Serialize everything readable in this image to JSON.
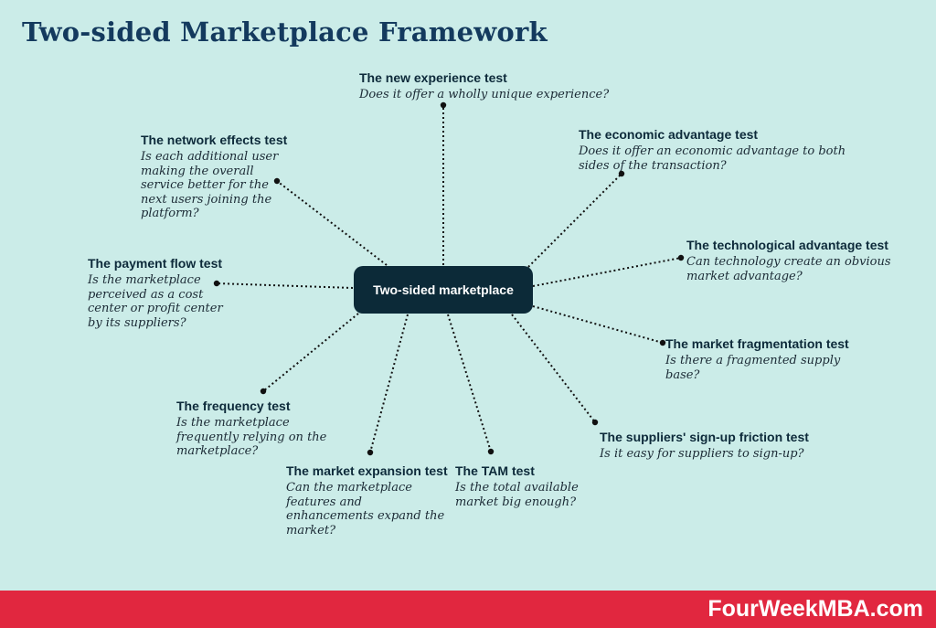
{
  "title": "Two-sided Marketplace Framework",
  "center_label": "Two-sided marketplace",
  "brand": "FourWeekMBA.com",
  "colors": {
    "background": "#cbece8",
    "center": "#0c2a38",
    "footer": "#e1273f",
    "title": "#143a5e"
  },
  "nodes": [
    {
      "title": "The new experience test",
      "question": "Does it offer a wholly unique experience?"
    },
    {
      "title": "The economic advantage test",
      "question": "Does it offer an economic advantage to both sides of the transaction?"
    },
    {
      "title": "The network effects test",
      "question": "Is each additional user making the overall service better for the next users joining the platform?"
    },
    {
      "title": "The technological advantage test",
      "question": "Can technology create an obvious market advantage?"
    },
    {
      "title": "The payment flow test",
      "question": "Is the marketplace perceived as a cost center or profit center by its suppliers?"
    },
    {
      "title": "The market fragmentation test",
      "question": "Is there a fragmented supply base?"
    },
    {
      "title": "The frequency test",
      "question": "Is the marketplace frequently relying on the marketplace?"
    },
    {
      "title": "The suppliers' sign-up friction test",
      "question": "Is it easy for suppliers to sign-up?"
    },
    {
      "title": "The market expansion test",
      "question": "Can the marketplace features and enhancements expand the market?"
    },
    {
      "title": "The TAM test",
      "question": "Is the total available market big enough?"
    }
  ]
}
